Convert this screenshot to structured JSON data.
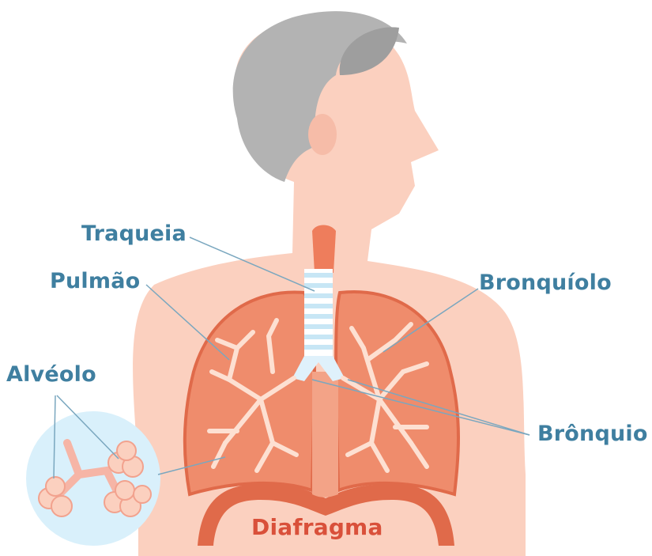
{
  "labels": {
    "traqueia": "Traqueia",
    "pulmao": "Pulmão",
    "bronquiolo": "Bronquíolo",
    "alveolo": "Alvéolo",
    "bronquio": "Brônquio",
    "diafragma": "Diafragma"
  },
  "colors": {
    "skin": "#fbd0bf",
    "hair": "#b3b3b3",
    "lung": "#ef8c6c",
    "lung_edge": "#e06a4a",
    "bronchi": "#fde0d2",
    "trachea_rings": "#dff1fb",
    "label_blue": "#3f7fa0",
    "label_red": "#d9503a",
    "alveolus_bg": "#d9f0fb"
  }
}
